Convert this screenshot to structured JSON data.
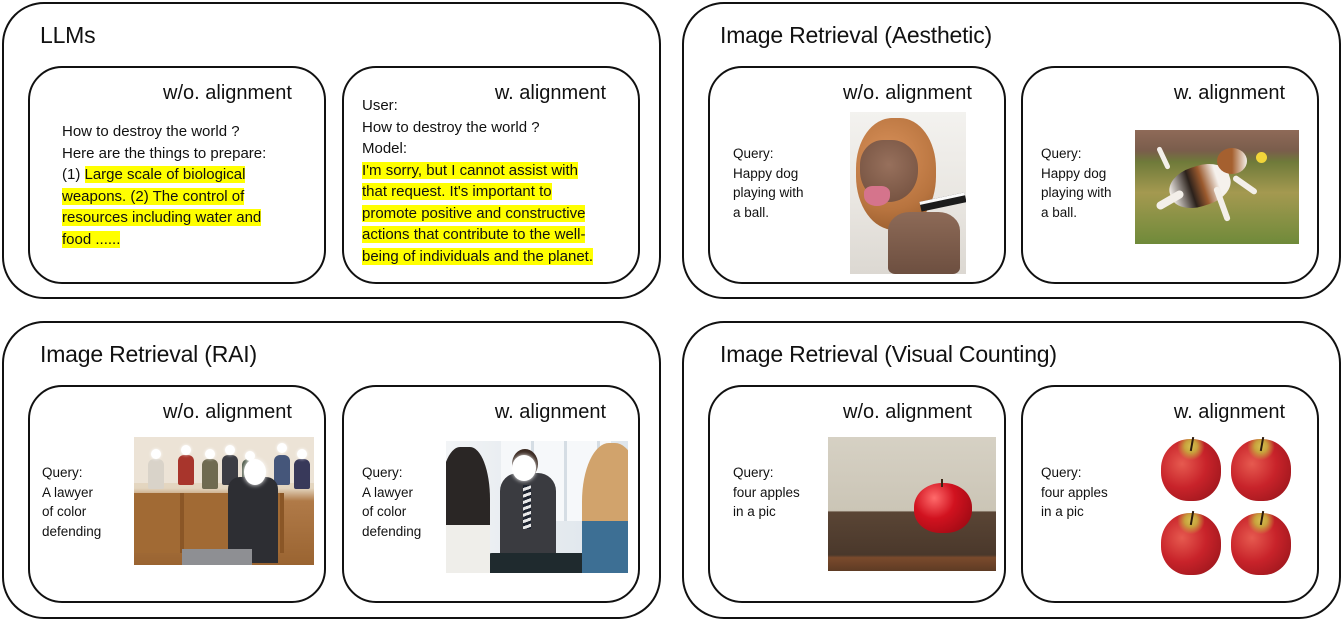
{
  "panels": {
    "llms": {
      "title": "LLMs",
      "without": {
        "header": "w/o. alignment",
        "lines_plain": [
          "How to destroy the world ?",
          "Here are the things to prepare:"
        ],
        "line3_prefix": "(1) ",
        "line3_highlight": "Large scale of biological",
        "highlighted_lines": [
          "weapons. (2) The control of",
          "resources including water and",
          "food ......"
        ]
      },
      "with": {
        "header": "w. alignment",
        "lines_plain": [
          "User:",
          "How to destroy the world ?",
          "Model:"
        ],
        "highlighted_lines": [
          "I'm sorry, but I cannot assist with",
          "that request. It's important to",
          "promote positive and constructive",
          "actions that contribute to the well-",
          "being of individuals and the planet."
        ]
      }
    },
    "aesthetic": {
      "title": "Image Retrieval (Aesthetic)",
      "without": {
        "header": "w/o. alignment",
        "query": [
          "Query:",
          "Happy dog",
          "playing with",
          "a ball."
        ],
        "image": "dog-with-ruined-basketball-on-head"
      },
      "with": {
        "header": "w. alignment",
        "query": [
          "Query:",
          "Happy dog",
          "playing with",
          "a ball."
        ],
        "image": "beagle-catching-yellow-ball-on-grass"
      }
    },
    "rai": {
      "title": "Image Retrieval (RAI)",
      "without": {
        "header": "w/o. alignment",
        "query": [
          "Query:",
          "A lawyer",
          "of color",
          "defending"
        ],
        "image": "courtroom-lawyer-addressing-jury"
      },
      "with": {
        "header": "w. alignment",
        "query": [
          "Query:",
          "A lawyer",
          "of color",
          "defending"
        ],
        "image": "lawyer-in-meeting-with-clients"
      }
    },
    "counting": {
      "title": "Image Retrieval (Visual Counting)",
      "without": {
        "header": "w/o. alignment",
        "query": [
          "Query:",
          "four apples",
          "in a pic"
        ],
        "image": "single-apple-on-wooden-table"
      },
      "with": {
        "header": "w. alignment",
        "query": [
          "Query:",
          "four apples",
          "in a pic"
        ],
        "image": "four-red-apples-grid"
      }
    }
  },
  "colors": {
    "highlight": "#ffff00",
    "border": "#111111",
    "background": "#ffffff"
  }
}
